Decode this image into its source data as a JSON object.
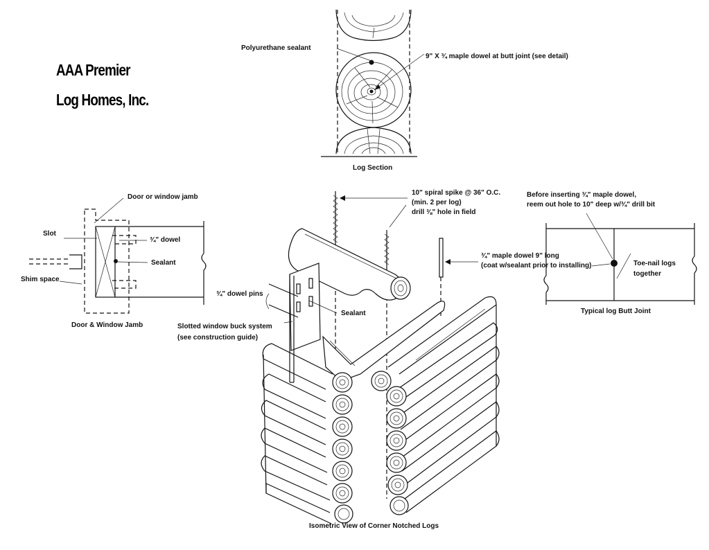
{
  "brand": {
    "line1": "AAA Premier",
    "line2": "Log Homes, Inc."
  },
  "log_section": {
    "caption": "Log Section",
    "label_sealant": "Polyurethane sealant",
    "label_dowel": "9\" X ¾ maple dowel at butt joint (see detail)"
  },
  "jamb": {
    "caption": "Door & Window Jamb",
    "label_jamb": "Door or window jamb",
    "label_slot": "Slot",
    "label_dowel": "¾\" dowel",
    "label_sealant": "Sealant",
    "label_shim": "Shim space"
  },
  "isometric": {
    "caption": "Isometric View of Corner Notched Logs",
    "spike_line1": "10\" spiral spike @ 36\" O.C.",
    "spike_line2": "(min. 2 per log)",
    "spike_line3": "drill ⅜\" hole in field",
    "dowel_pins": "¾\" dowel pins",
    "sealant": "Sealant",
    "buck_line1": "Slotted window buck system",
    "buck_line2": "(see construction guide)",
    "maple_line1": "¾\" maple dowel 9\" long",
    "maple_line2": "(coat w/sealant prior to installing)"
  },
  "butt_joint": {
    "caption": "Typical log Butt Joint",
    "note_line1": "Before inserting ¾\" maple dowel,",
    "note_line2": "reem out hole to 10\" deep w/¾\" drill bit",
    "toenail_line1": "Toe-nail logs",
    "toenail_line2": "together"
  }
}
